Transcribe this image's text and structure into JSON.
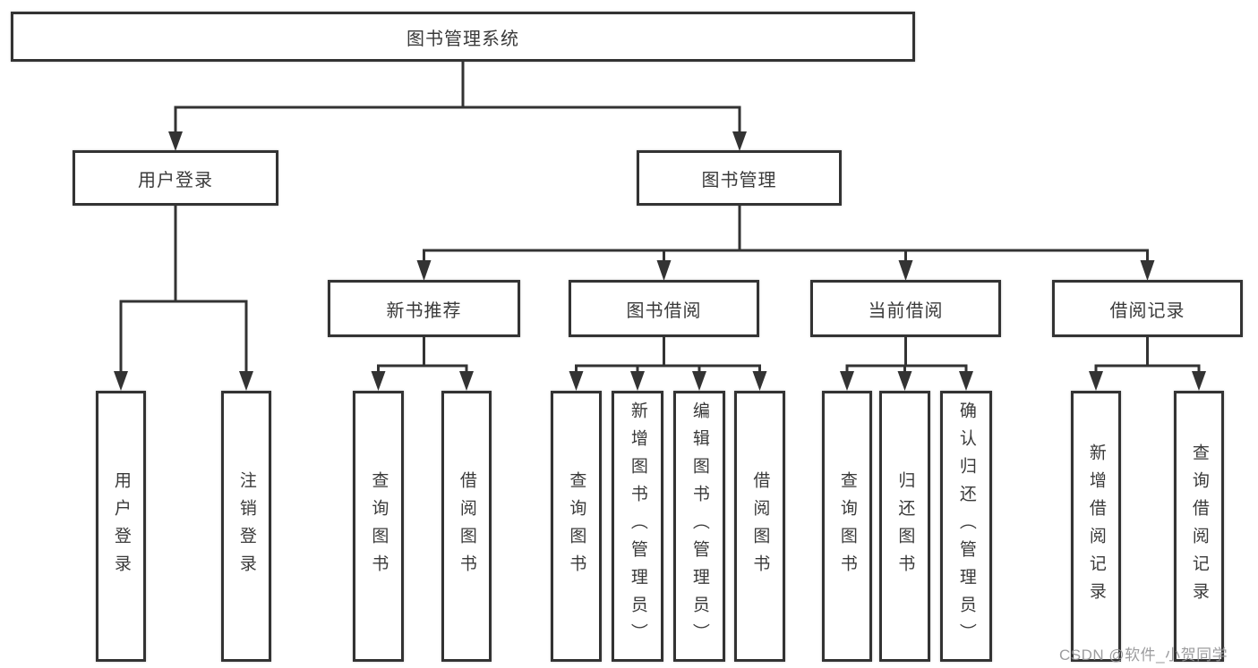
{
  "diagram": {
    "root": {
      "label": "图书管理系统"
    },
    "branches": [
      {
        "label": "用户登录",
        "children": [
          {
            "label": "用户登录"
          },
          {
            "label": "注销登录"
          }
        ]
      },
      {
        "label": "图书管理",
        "children": [
          {
            "label": "新书推荐",
            "children": [
              {
                "label": "查询图书"
              },
              {
                "label": "借阅图书"
              }
            ]
          },
          {
            "label": "图书借阅",
            "children": [
              {
                "label": "查询图书"
              },
              {
                "label": "新增图书（管理员）"
              },
              {
                "label": "编辑图书（管理员）"
              },
              {
                "label": "借阅图书"
              }
            ]
          },
          {
            "label": "当前借阅",
            "children": [
              {
                "label": "查询图书"
              },
              {
                "label": "归还图书"
              },
              {
                "label": "确认归还（管理员）"
              }
            ]
          },
          {
            "label": "借阅记录",
            "children": [
              {
                "label": "新增借阅记录"
              },
              {
                "label": "查询借阅记录"
              }
            ]
          }
        ]
      }
    ]
  },
  "watermark": {
    "label": "CSDN @软件_小贺同学"
  },
  "colors": {
    "line": "#333333",
    "text": "#3a3a3a",
    "watermark": "#949496",
    "background": "#ffffff"
  }
}
